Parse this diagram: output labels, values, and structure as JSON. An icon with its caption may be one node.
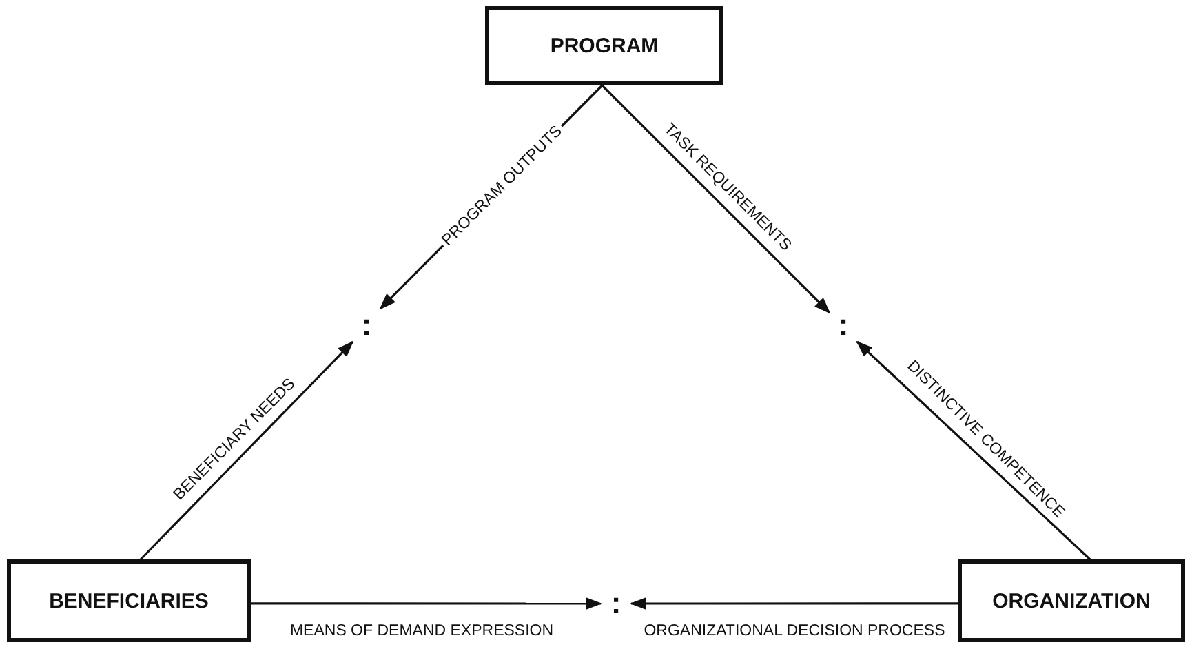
{
  "diagram": {
    "nodes": [
      {
        "text": [
          "PROGRAM"
        ]
      },
      {
        "text": [
          "BENEFICIARIES"
        ]
      },
      {
        "text": [
          "ORGANIZATION"
        ]
      },
      {
        "text": [
          ":"
        ]
      },
      {
        "text": [
          ":"
        ]
      },
      {
        "text": [
          ":"
        ]
      }
    ],
    "edges": [
      {
        "from": 0,
        "to": 3,
        "arrow": "to",
        "label": "PROGRAM OUTPUTS"
      },
      {
        "from": 1,
        "to": 3,
        "arrow": "to",
        "label": "BENEFICIARY NEEDS"
      },
      {
        "from": 0,
        "to": 4,
        "arrow": "to",
        "label": "TASK REQUIREMENTS"
      },
      {
        "from": 2,
        "to": 4,
        "arrow": "to",
        "label": "DISTINCTIVE COMPETENCE"
      },
      {
        "from": 1,
        "to": 5,
        "arrow": "to",
        "label": "MEANS OF DEMAND EXPRESSION"
      },
      {
        "from": 2,
        "to": 5,
        "arrow": "to",
        "label": "ORGANIZATIONAL DECISION PROCESS"
      }
    ]
  }
}
